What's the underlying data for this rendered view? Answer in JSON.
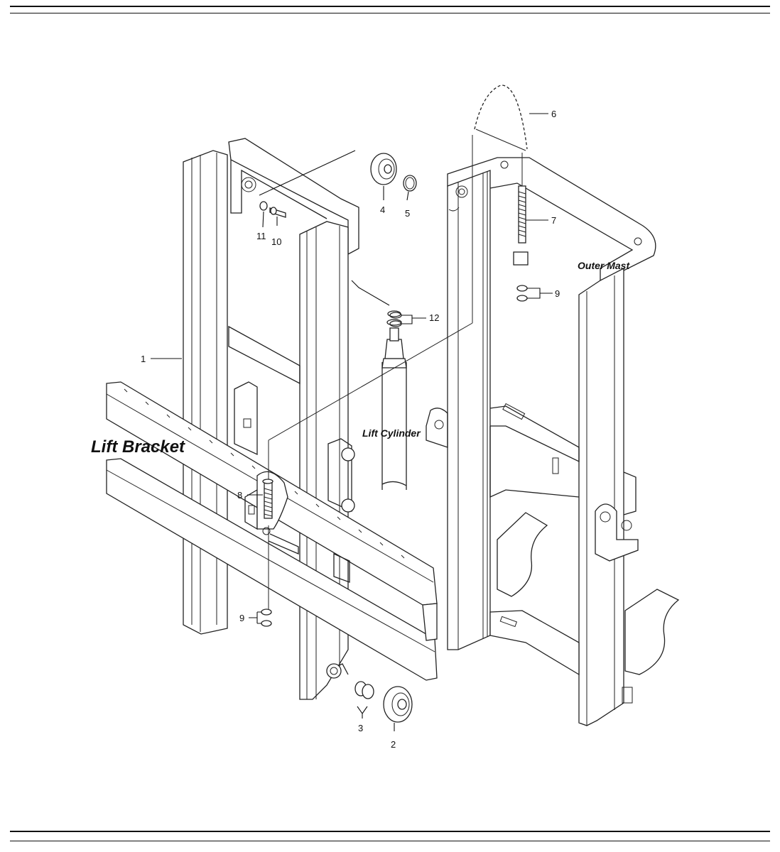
{
  "labels": {
    "lift_bracket": "Lift Bracket",
    "lift_cylinder": "Lift Cylinder",
    "outer_mast": "Outer Mast"
  },
  "callouts": {
    "c1": "1",
    "c2": "2",
    "c3": "3",
    "c4": "4",
    "c5": "5",
    "c6": "6",
    "c7": "7",
    "c8": "8",
    "c9a": "9",
    "c9b": "9",
    "c10": "10",
    "c11": "11",
    "c12": "12"
  }
}
